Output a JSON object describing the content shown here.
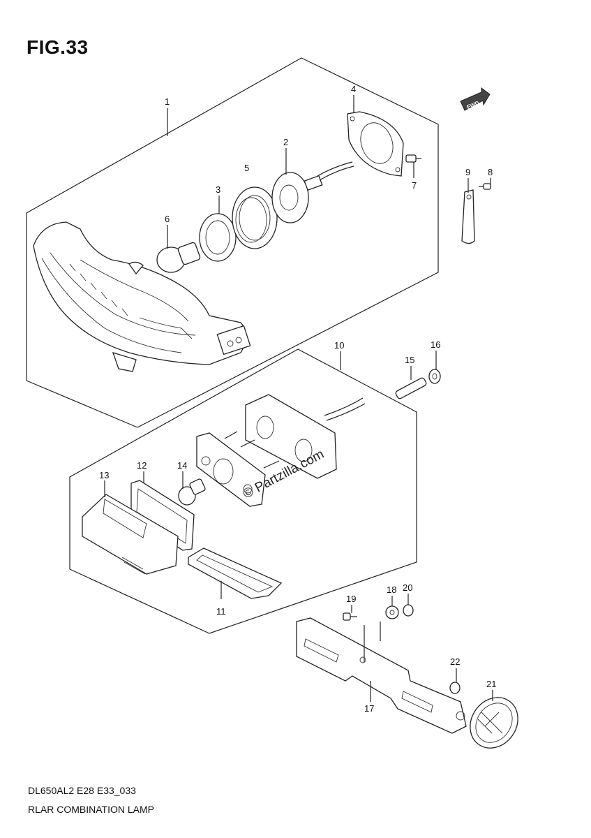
{
  "header": {
    "figure_label": "FIG.33"
  },
  "footer": {
    "model_code": "DL650AL2 E28 E33_033",
    "caption": "RLAR COMBINATION LAMP"
  },
  "watermark": {
    "text": "© Partzilla.com"
  },
  "direction_badge": {
    "text": "FWD"
  },
  "callouts": [
    {
      "id": "c1",
      "label": "1"
    },
    {
      "id": "c2",
      "label": "2"
    },
    {
      "id": "c3",
      "label": "3"
    },
    {
      "id": "c4",
      "label": "4"
    },
    {
      "id": "c5",
      "label": "5"
    },
    {
      "id": "c6",
      "label": "6"
    },
    {
      "id": "c7",
      "label": "7"
    },
    {
      "id": "c8",
      "label": "8"
    },
    {
      "id": "c9",
      "label": "9"
    },
    {
      "id": "c10",
      "label": "10"
    },
    {
      "id": "c11",
      "label": "11"
    },
    {
      "id": "c12",
      "label": "12"
    },
    {
      "id": "c13",
      "label": "13"
    },
    {
      "id": "c14",
      "label": "14"
    },
    {
      "id": "c15",
      "label": "15"
    },
    {
      "id": "c16",
      "label": "16"
    },
    {
      "id": "c17",
      "label": "17"
    },
    {
      "id": "c18",
      "label": "18"
    },
    {
      "id": "c19",
      "label": "19"
    },
    {
      "id": "c20",
      "label": "20"
    },
    {
      "id": "c21",
      "label": "21"
    },
    {
      "id": "c22",
      "label": "22"
    }
  ]
}
